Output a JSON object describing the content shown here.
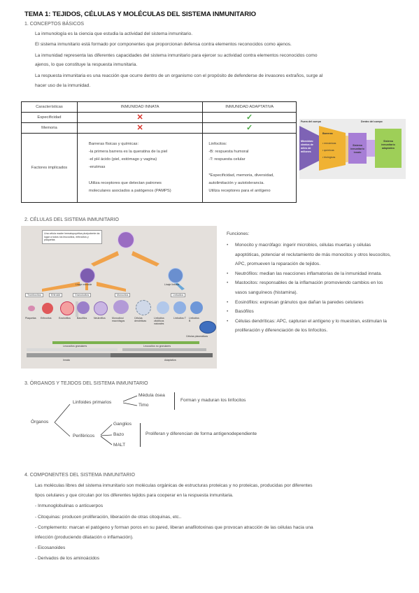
{
  "title": "TEMA 1: TEJIDOS, CÉLULAS Y MOLÉCULAS DEL SISTEMA INMUNITARIO",
  "sec1": {
    "heading": "1.   CONCEPTOS BÁSICOS",
    "p1": "La inmunología es la ciencia que estudia la actividad del sistema inmunitario.",
    "p2": "El sistema inmunitario está formado por componentes que proporcionan defensa contra elementos reconocidos como ajenos.",
    "p3a": "La inmunidad representa las diferentes capacidades del sistema inmunitario para ejercer su actividad contra elementos reconocidos como",
    "p3b": "ajenos, lo que constituye la respuesta inmunitaria.",
    "p4a": "La respuesta inmunitaria es una reacción que ocurre dentro de un organismo con el propósito de defenderse de invasores extraños, surge al",
    "p4b": "hacer uso de la inmunidad."
  },
  "table": {
    "h0": "Características",
    "h1": "INMUNIDAD INNATA",
    "h2": "INMUNIDAD ADAPTATIVA",
    "row_esp": "Especificidad",
    "row_mem": "Memoria",
    "row_fac": "Factores implicados",
    "cross": "✕",
    "check": "✓",
    "innate": [
      "Barreras físicas y químicas:",
      "-la primera barrera es la queratina de la piel",
      "-el pH ácido (piel, estómago y vagina)",
      "-enzimas",
      "",
      "Utiliza receptores que detectan patrones",
      "moleculares asociados a patógenos (PAMPS)"
    ],
    "adaptive": [
      "Linfocitos:",
      "-B: respuesta humoral",
      "-T: respuesta celular",
      "",
      "*Especificidad, memoria, diversidad,",
      " autolimitación y autotolerancia.",
      "Utiliza receptores para el antígeno"
    ]
  },
  "fig1": {
    "outside": "Fuera del cuerpo",
    "inside": "Dentro del cuerpo",
    "micro": "Microbios: cientos de miles de millones",
    "barrera": "Barreras",
    "b1": "• mecánicas",
    "b2": "• químicas",
    "b3": "• biológicas",
    "innate": "Sistema inmunitario innato",
    "adaptive": "Sistema inmunitario adaptativo",
    "colors": {
      "micro": "#7e63b5",
      "barrier": "#f0b233",
      "innate": "#a77ed6",
      "adaptive": "#9ecf58"
    }
  },
  "sec2": {
    "heading": "2.   CÉLULAS DEL SISTEMA INMUNITARIO",
    "fig_note": "Una célula madre hematopoyética pluripotente da lugar a todos los leucocitos, eritrocitos y plaquetas",
    "linaje_mieloide": "Linaje mieloide",
    "linaje_linfoide": "Linaje linfoide",
    "trombocitos": "Trombocitos",
    "eritroide": "Eritroide",
    "granulocitos": "Granulocitos",
    "monocitos": "Monocitos",
    "linfocitos": "Linfocitos",
    "cells": [
      "Plaquetas",
      "Eritrocitos",
      "Eosinófilos",
      "Basófilos",
      "Neutrófilos",
      "Monocitos/ macrófagos",
      "Células dendríticas",
      "Linfocitos citolíticos naturales",
      "Linfocitos T",
      "Linfocitos B"
    ],
    "plasma": "Células plasmáticas",
    "gran_bar": "Leucocitos granulares",
    "agran_bar": "Leucocitos no granulares",
    "innate_bar": "Innata",
    "adaptive_bar": "Adaptativa",
    "funciones_label": "Funciones:",
    "funciones": [
      "Monocito y macrófago: ingerir microbios, células muertas y células apoptóticas, potenciar el reclutamiento de más monocitos y otros leucocitos, APC, promueven la reparación de tejidos.",
      "Neutrófilos: median las reacciones inflamatorias de la inmunidad innata.",
      "Mastocitos: responsables de la inflamación promoviendo cambios en los vasos sanguíneos (histamina).",
      "Eosinófilos: expresan gránulos que dañan la paredes celulares",
      "Basófilos",
      "Células dendríticas: APC, capturan el antígeno y lo muestran, estimulan la proliferación y diferenciación de los linfocitos."
    ]
  },
  "sec3": {
    "heading": "3.   ÓRGANOS Y TEJIDOS DEL SISTEMA INMUNITARIO",
    "organos": "Órganos",
    "primarios": "Linfoides primarios",
    "medula": "Médula ósea",
    "timo": "Timo",
    "primarios_desc": "Forman y maduran los linfocitos",
    "perifericos": "Periféricos",
    "ganglios": "Ganglios",
    "bazo": "Bazo",
    "malt": "MALT",
    "perifericos_desc": "Proliferan y diferencian de forma antígenodependiente"
  },
  "sec4": {
    "heading": "4.   COMPONENTES DEL SISTEMA INMUNITARIO",
    "p1a": "Las moléculas libres del sistema inmunitario son moléculas orgánicas de estructuras proteicas y no proteicas, producidas por diferentes",
    "p1b": "tipos celulares y que circulan por los diferentes tejidos para cooperar en la respuesta inmunitaria.",
    "i1": "- Inmunoglobulinas o anticuerpos",
    "i2": "- Citoquinas: producen proliferación, liberación de otras citoquinas, etc..",
    "i3a": "- Complemento: marcan el patógeno y forman poros en su pared, liberan anafilotoxinas que provocan atracción de las células hacia una",
    "i3b": "infección (produciendo dilatación o  inflamación).",
    "i4": "- Eicosanoides",
    "i5": "- Derivados de los aminoácidos"
  }
}
